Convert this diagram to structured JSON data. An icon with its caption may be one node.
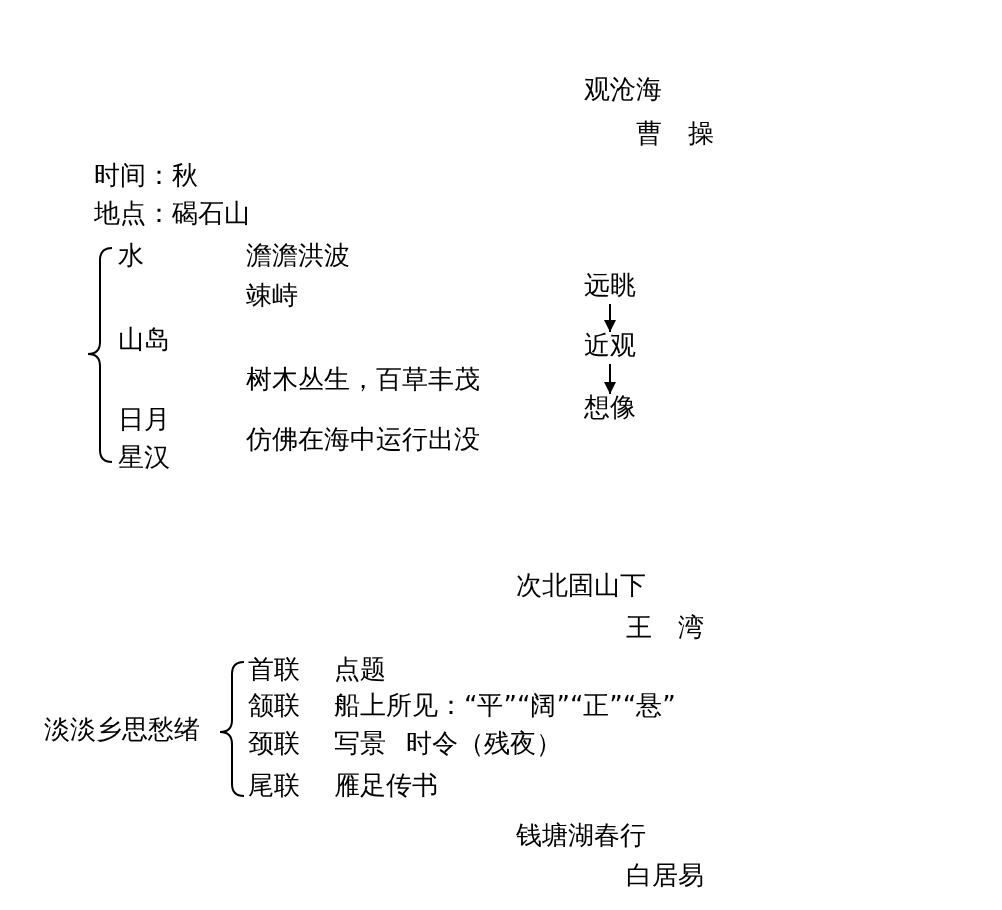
{
  "diagram": {
    "nodes": [
      {
        "text": [
          "远眺"
        ]
      },
      {
        "text": [
          "近观"
        ]
      },
      {
        "text": [
          "想像"
        ]
      }
    ],
    "edges": [
      {
        "from": 0,
        "to": 1,
        "arrow": "to"
      },
      {
        "from": 1,
        "to": 2,
        "arrow": "to"
      }
    ],
    "labels": [
      "观沧海",
      "曹　操",
      "时间：秋",
      "地点：碣石山",
      "水",
      "澹澹洪波",
      "竦峙",
      "山岛",
      "树木丛生，百草丰茂",
      "日月",
      "仿佛在海中运行出没",
      "星汉",
      "次北固山下",
      "王　湾",
      "首联",
      "点题",
      "颔联",
      "船上所见：“平”“阔”“正”“悬”",
      "淡淡乡思愁绪",
      "颈联",
      "写景",
      "时令（残夜）",
      "尾联",
      "雁足传书",
      "钱塘湖春行",
      "白居易"
    ]
  }
}
